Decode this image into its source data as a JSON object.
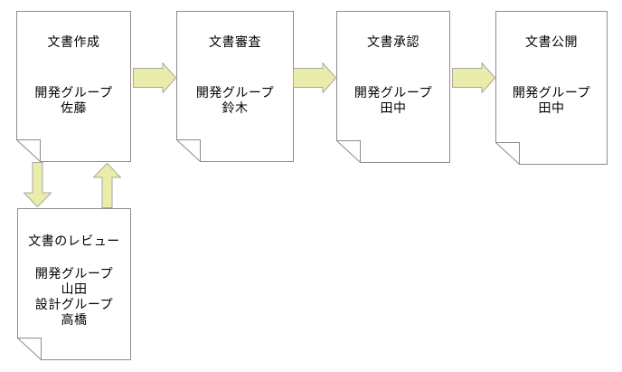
{
  "diagram": {
    "description": "document workflow flowchart",
    "colors": {
      "background": "#ffffff",
      "node_fill": "#ffffff",
      "node_border": "#8c8c8c",
      "arrow_fill": "#e9eda9",
      "arrow_border": "#a6a6a6",
      "text": "#000000"
    },
    "nodes": [
      {
        "id": "create",
        "shape": "document",
        "title": "文書作成",
        "roles": [
          "開発グループ",
          "佐藤"
        ]
      },
      {
        "id": "examine",
        "shape": "document",
        "title": "文書審査",
        "roles": [
          "開発グループ",
          "鈴木"
        ]
      },
      {
        "id": "approve",
        "shape": "document",
        "title": "文書承認",
        "roles": [
          "開発グループ",
          "田中"
        ]
      },
      {
        "id": "publish",
        "shape": "document",
        "title": "文書公開",
        "roles": [
          "開発グループ",
          "田中"
        ]
      },
      {
        "id": "doc-review",
        "shape": "document",
        "title": "文書のレビュー",
        "roles": [
          "開発グループ",
          "山田",
          "設計グループ",
          "高橋"
        ]
      }
    ],
    "connectors": [
      {
        "from": "文書作成",
        "to": "文書審査",
        "direction": "right"
      },
      {
        "from": "文書審査",
        "to": "文書承認",
        "direction": "right"
      },
      {
        "from": "文書承認",
        "to": "文書公開",
        "direction": "right"
      },
      {
        "from": "文書作成",
        "to": "文書のレビュー",
        "direction": "down"
      },
      {
        "from": "文書のレビュー",
        "to": "文書作成",
        "direction": "up"
      }
    ]
  }
}
